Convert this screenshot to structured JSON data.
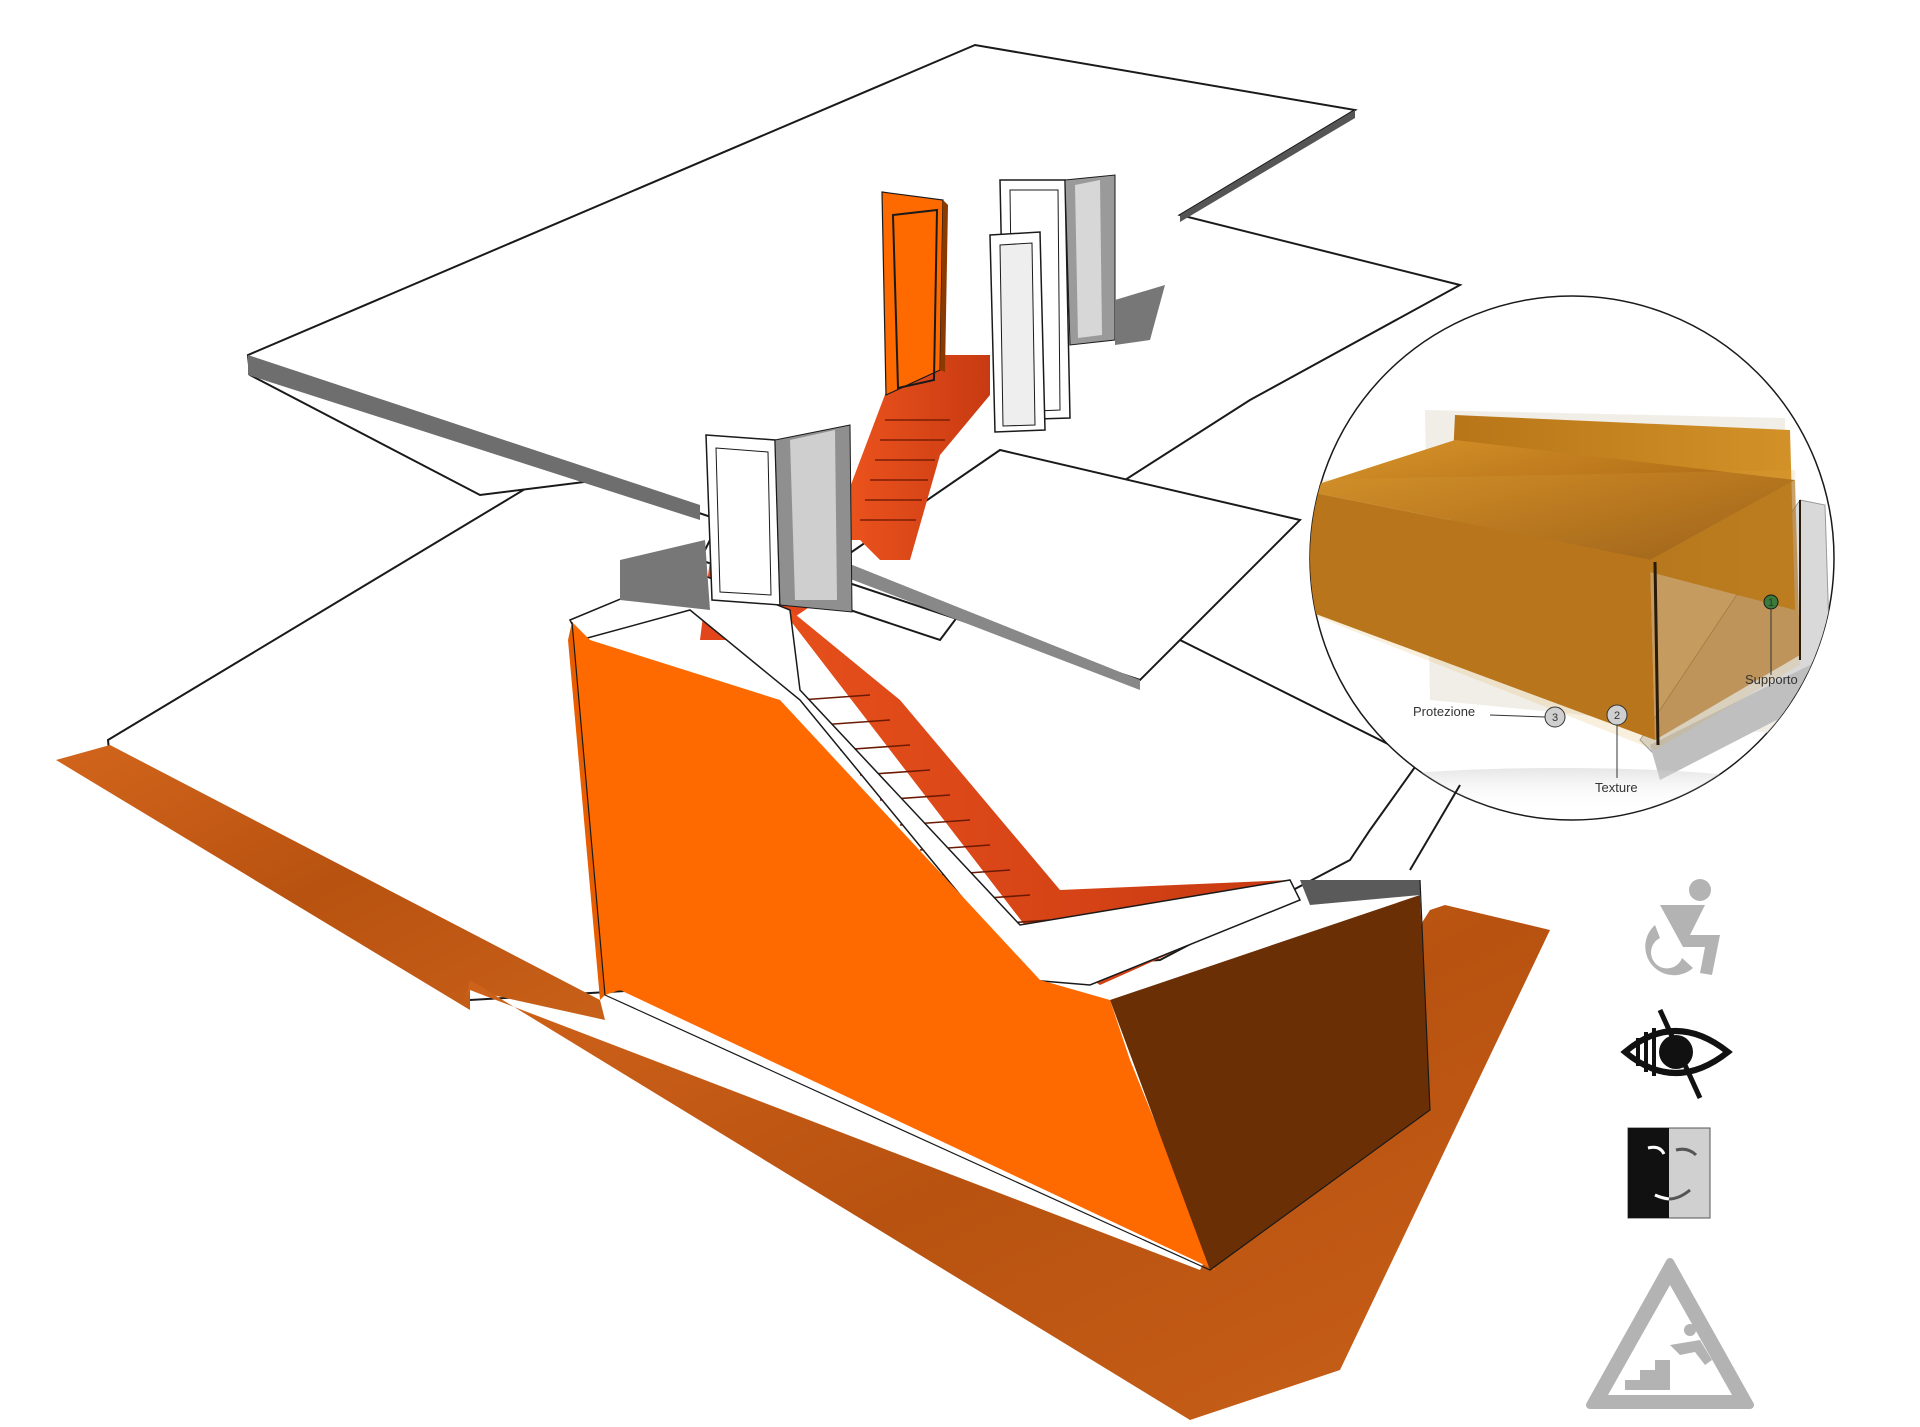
{
  "detail": {
    "callouts": [
      {
        "number": "1",
        "label": "Supporto"
      },
      {
        "number": "2",
        "label": "Texture"
      },
      {
        "number": "3",
        "label": "Protezione"
      }
    ]
  },
  "icons": [
    {
      "name": "wheelchair-accessibility-icon",
      "color": "#b3b3b3"
    },
    {
      "name": "low-vision-eye-icon",
      "color": "#111111"
    },
    {
      "name": "cognitive-face-mask-icon",
      "color": "#111111"
    },
    {
      "name": "stair-fall-warning-icon",
      "color": "#b3b3b3"
    }
  ],
  "colors": {
    "orange": "#ff6a00",
    "dark_orange": "#6b2f06",
    "rust": "#c45a14",
    "stair_red": "#e8491c",
    "wood": "#c9861c",
    "marble_gray": "#d9d9d9",
    "outline": "#1a1a1a"
  }
}
